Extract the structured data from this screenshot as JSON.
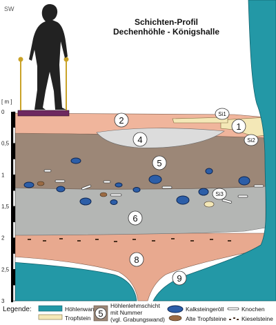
{
  "corners": {
    "left": "SW",
    "right": "NE"
  },
  "title": {
    "line1": "Schichten-Profil",
    "line2": "Dechenhöhle - Königshalle"
  },
  "axis": {
    "unit": "[ m ]",
    "ticks": [
      "0",
      "0,5",
      "1",
      "1,5",
      "2",
      "2,5",
      "3"
    ]
  },
  "layers": [
    "1",
    "2",
    "4",
    "5",
    "6",
    "8",
    "9"
  ],
  "sublayers": [
    "Si1",
    "Si2",
    "Si3"
  ],
  "legend": {
    "title": "Legende:",
    "cave_wall": "Höhlenwand",
    "flowstone": "Tropfstein",
    "sample_number": "5",
    "loam_line1": "Höhlenlehmschicht",
    "loam_line2": "mit Nummer",
    "loam_line3": "(vgl. Grabungswand)",
    "limestone": "Kalksteingeröll",
    "old_flowstones": "Alte Tropfsteine",
    "bones": "Knochen",
    "pebbles": "Kieselsteine"
  },
  "colors": {
    "wall": "#2398a6",
    "pink": "#f0b59c",
    "salmon": "#e8a98f",
    "brown": "#9c8777",
    "gray": "#b4b6b4",
    "light_gray": "#dcdcdc",
    "flowstone": "#f4e8b7",
    "limestone": "#2c5ea8",
    "silhouette": "#222222",
    "platform": "#6e2860",
    "pole": "#c9a227"
  }
}
